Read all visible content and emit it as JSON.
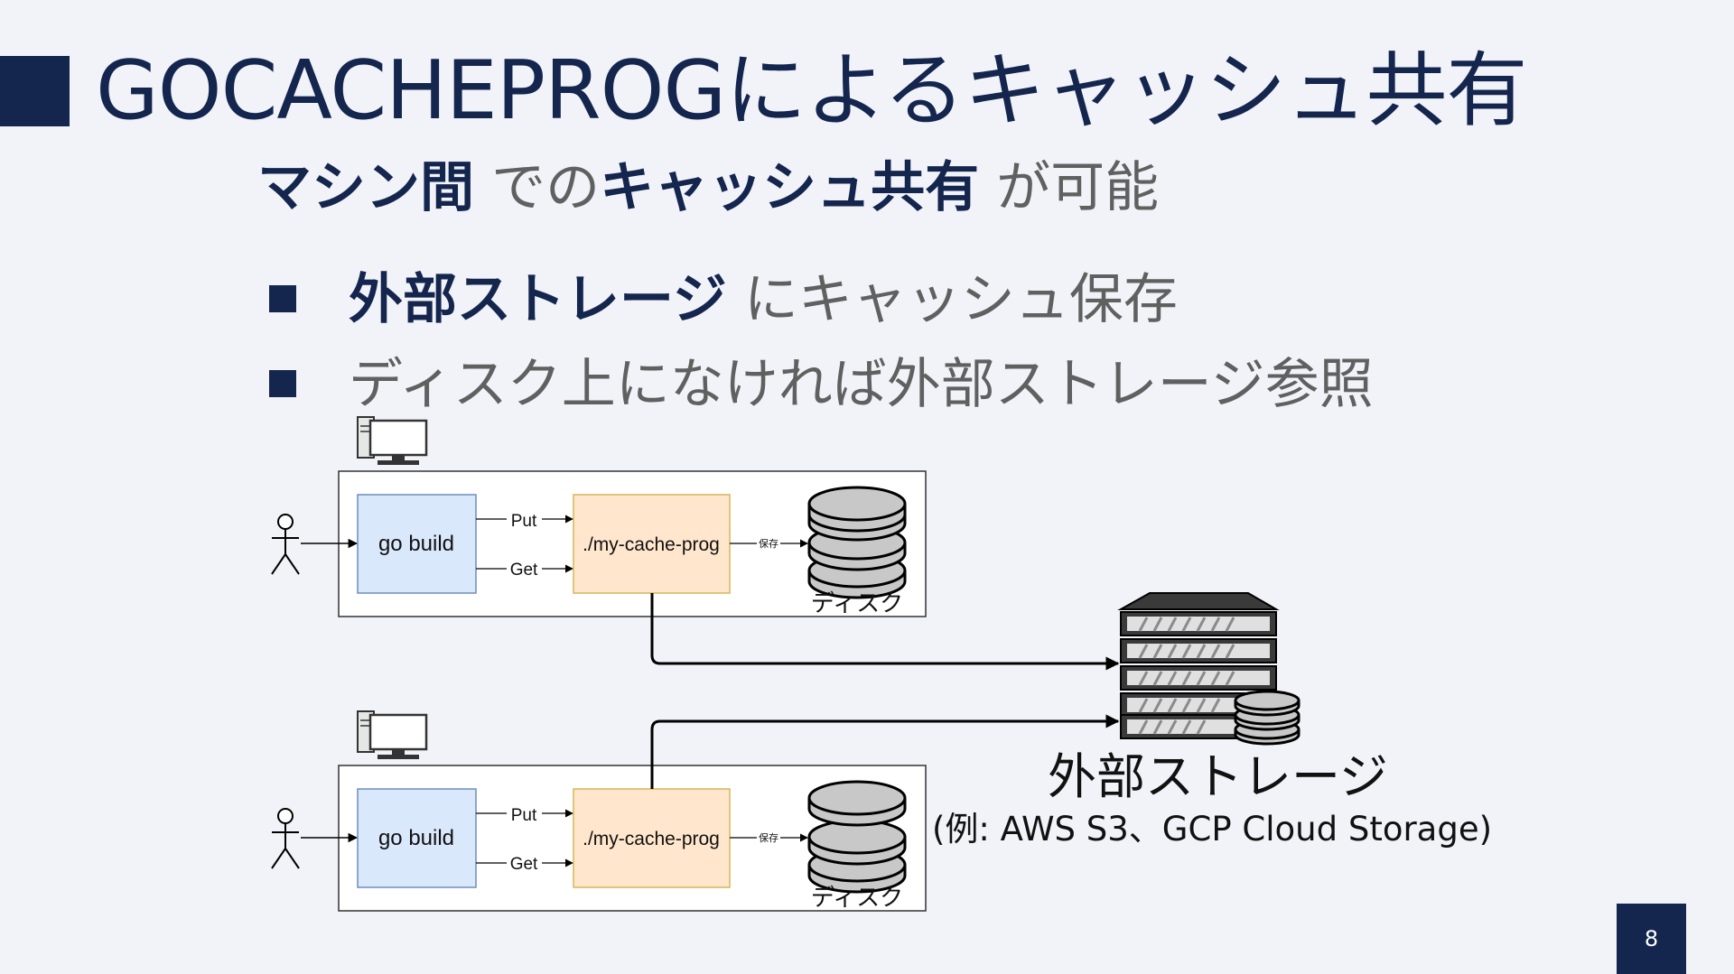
{
  "slide": {
    "title": "GOCACHEPROGによるキャッシュ共有",
    "subtitle": {
      "part1": "マシン間",
      "part2": " での",
      "part3": "キャッシュ共有",
      "part4": " が可能"
    },
    "bullets": [
      {
        "strong": "外部ストレージ",
        "text": " にキャッシュ保存"
      },
      {
        "strong": "",
        "text": "ディスク上になければ外部ストレージ参照"
      }
    ],
    "page_number": "8"
  },
  "diagram": {
    "machines": [
      {
        "go_build": "go build",
        "put": "Put",
        "get": "Get",
        "cache_prog": "./my-cache-prog",
        "save": "保存",
        "disk": "ディスク"
      },
      {
        "go_build": "go build",
        "put": "Put",
        "get": "Get",
        "cache_prog": "./my-cache-prog",
        "save": "保存",
        "disk": "ディスク"
      }
    ],
    "storage": {
      "label": "外部ストレージ",
      "example": "(例: AWS S3、GCP Cloud Storage)"
    },
    "colors": {
      "navy": "#14254e",
      "go_build_fill": "#dae8fc",
      "go_build_stroke": "#6c8ebf",
      "cache_prog_fill": "#ffe6cc",
      "cache_prog_stroke": "#d6b656"
    }
  }
}
